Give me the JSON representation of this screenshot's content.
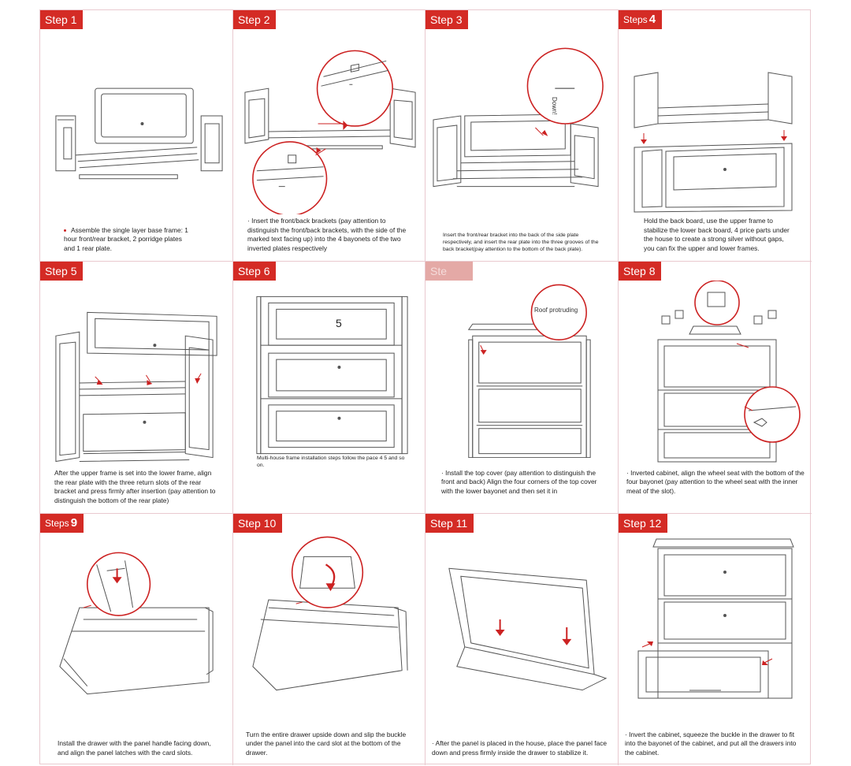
{
  "steps": [
    {
      "label": "Step 1",
      "caption": "Assemble the single layer base frame: 1 hour front/rear bracket, 2 porridge plates and 1 rear plate."
    },
    {
      "label": "Step 2",
      "caption": "· Insert the front/back brackets (pay attention to distinguish the front/back brackets, with the side of the marked text facing up) into the 4 bayonets of the two inverted plates respectively"
    },
    {
      "label": "Step 3",
      "caption": "Insert the front/rear bracket into the back of the side plate respectively, and insert the rear plate into the three grooves of the back bracket(pay attention to the bottom of the back plate).",
      "callout": "Down!"
    },
    {
      "label": "Steps",
      "num": "4",
      "caption": "Hold the back board, use the upper frame to stabilize the lower back board, 4 price parts under the house to create a strong silver without gaps, you can fix the upper and lower frames."
    },
    {
      "label": "Step 5",
      "caption": "After the upper frame is set into the lower frame, align the rear plate with the three return slots of the rear bracket and press firmly after insertion (pay attention to distinguish the bottom of the rear plate)"
    },
    {
      "label": "Step 6",
      "caption": "Multi-house frame installation steps follow the pace 4 5 and so on.",
      "art_text": "5"
    },
    {
      "label": "Ste",
      "caption": "· Install the top cover (pay attention to distinguish the front and back) Align the four corners of the top cover with the lower bayonet and then set it in",
      "callout": "Roof protruding"
    },
    {
      "label": "Step 8",
      "caption": "· Inverted cabinet, align the wheel seat with the bottom of the four bayonet (pay attention to the wheel seat with the inner meat of the slot)."
    },
    {
      "label": "Steps",
      "num": "9",
      "caption": "Install the drawer with the panel handle facing down, and align the panel latches with the card slots."
    },
    {
      "label": "Step 10",
      "caption": "Turn the entire drawer upside down and slip the buckle under the panel into the card slot at the bottom of the drawer."
    },
    {
      "label": "Step 11",
      "caption": "· After the panel is placed in the house, place the panel face down and press firmly inside the drawer to stabilize it."
    },
    {
      "label": "Step 12",
      "caption": "· Invert the cabinet, squeeze the buckle in the drawer to fit into the bayonet of the cabinet, and put all the drawers into the cabinet."
    }
  ],
  "colors": {
    "accent": "#d42b25",
    "line": "#555555",
    "grid_border": "#e9c9cf"
  }
}
